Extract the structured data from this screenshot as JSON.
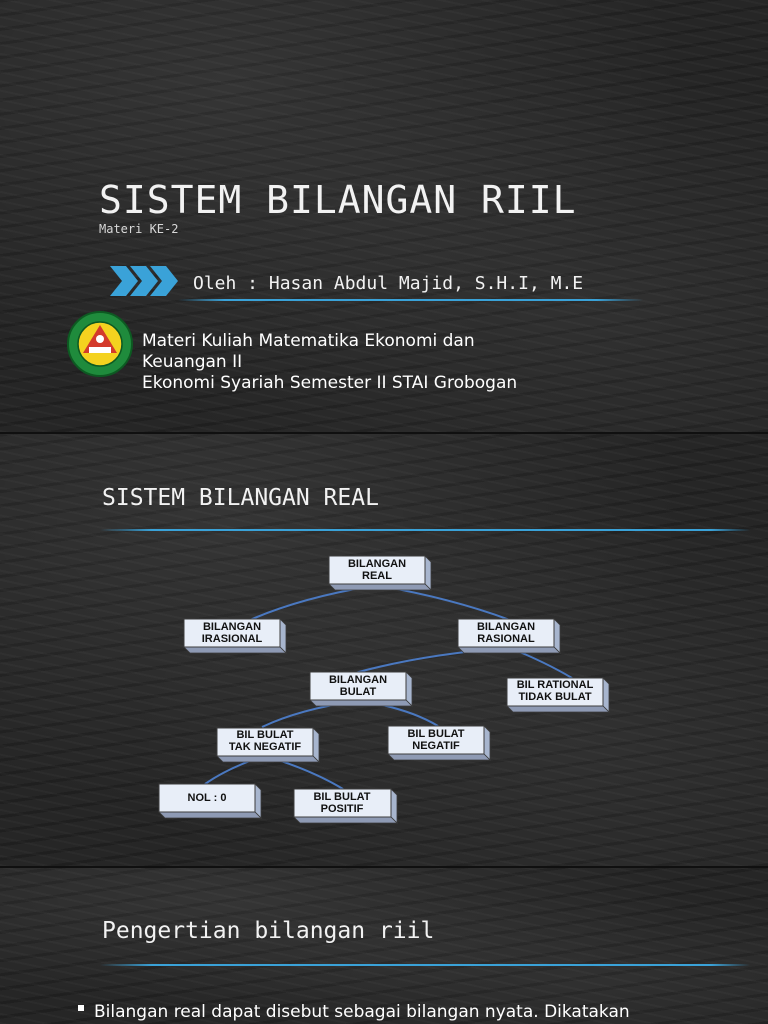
{
  "slide1": {
    "title": "SISTEM BILANGAN RIIL",
    "subtitle": "Materi KE-2",
    "author": "Oleh : Hasan Abdul Majid, S.H.I, M.E",
    "description_lines": [
      "Materi Kuliah Matematika Ekonomi dan",
      "Keuangan II",
      "Ekonomi Syariah Semester II STAI Grobogan"
    ],
    "logo_icon": "stai-grobogan-seal-logo",
    "accent_color": "#3aa2d8"
  },
  "slide2": {
    "title": "SISTEM BILANGAN REAL",
    "diagram": {
      "nodes": {
        "real": [
          "BILANGAN",
          "REAL"
        ],
        "irasional": [
          "BILANGAN",
          "IRASIONAL"
        ],
        "rasional": [
          "BILANGAN",
          "RASIONAL"
        ],
        "bulat": [
          "BILANGAN",
          "BULAT"
        ],
        "rational_tidak_bulat": [
          "BIL RATIONAL",
          "TIDAK BULAT"
        ],
        "tak_negatif": [
          "BIL BULAT",
          "TAK NEGATIF"
        ],
        "negatif": [
          "BIL BULAT",
          "NEGATIF"
        ],
        "nol": [
          "NOL : 0"
        ],
        "positif": [
          "BIL BULAT",
          "POSITIF"
        ]
      },
      "edges": [
        [
          "real",
          "irasional"
        ],
        [
          "real",
          "rasional"
        ],
        [
          "rasional",
          "bulat"
        ],
        [
          "rasional",
          "rational_tidak_bulat"
        ],
        [
          "bulat",
          "tak_negatif"
        ],
        [
          "bulat",
          "negatif"
        ],
        [
          "tak_negatif",
          "nol"
        ],
        [
          "tak_negatif",
          "positif"
        ]
      ]
    }
  },
  "slide3": {
    "title": "Pengertian bilangan riil",
    "bullet": "Bilangan real dapat disebut sebagai bilangan nyata. Dikatakan"
  }
}
